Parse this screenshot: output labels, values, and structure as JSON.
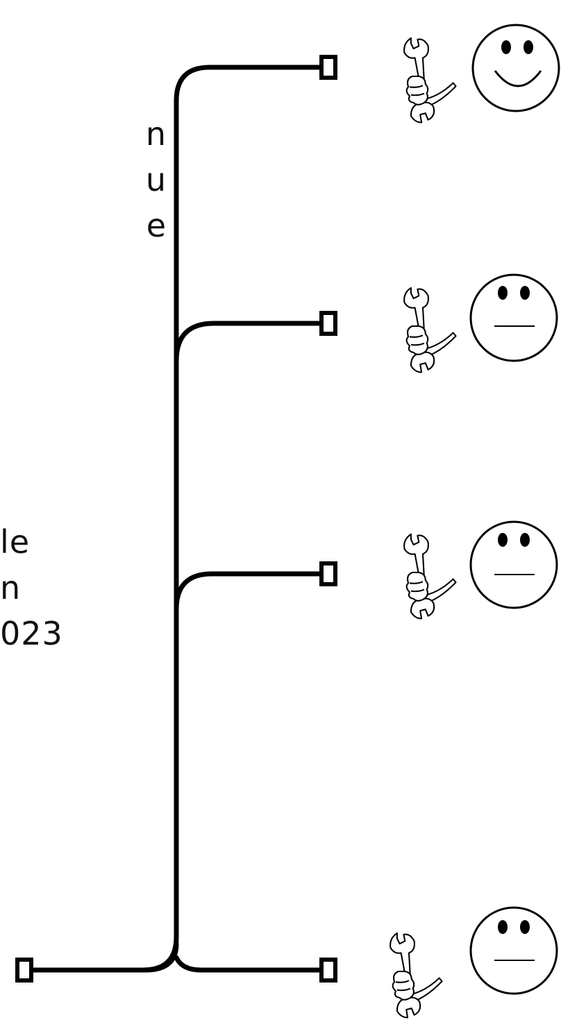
{
  "text_blocks": {
    "top": [
      "n",
      "u",
      "e"
    ],
    "middle": [
      "le",
      "n",
      "023"
    ]
  },
  "branches": [
    {
      "face": "smile-face",
      "tool": "wrench-icon"
    },
    {
      "face": "neutral-face",
      "tool": "wrench-icon"
    },
    {
      "face": "neutral-face",
      "tool": "wrench-icon"
    },
    {
      "face": "neutral-face",
      "tool": "wrench-icon"
    }
  ],
  "colors": {
    "line": "#000000",
    "face_fill": "#ffffff",
    "text": "#111111"
  }
}
